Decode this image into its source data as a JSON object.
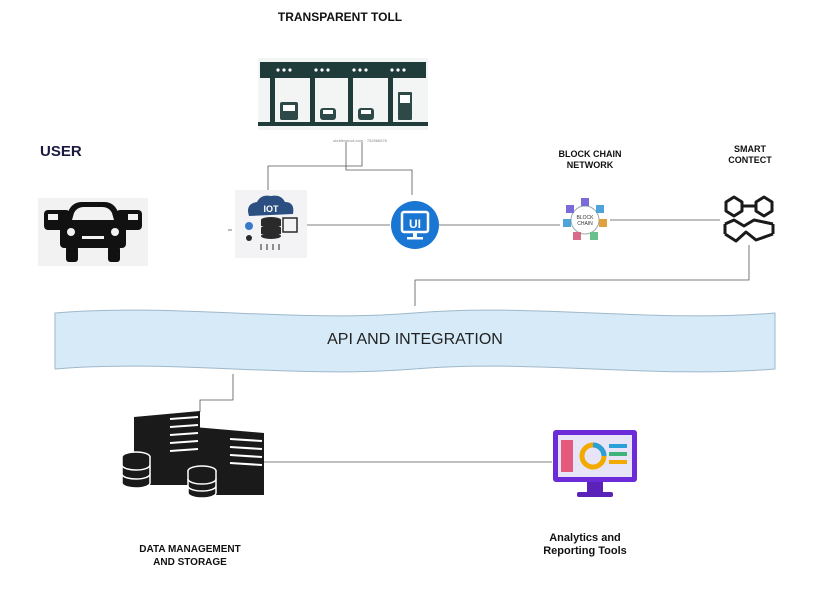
{
  "title": "TRANSPARENT TOLL",
  "user_label": "USER",
  "blockchain": {
    "line1": "BLOCK CHAIN",
    "line2": "NETWORK",
    "logo_line1": "BLOCK",
    "logo_line2": "CHAIN"
  },
  "smart_contract": {
    "line1": "SMART",
    "line2": "CONTECT"
  },
  "iot_text": "IOT",
  "ui_text": "UI",
  "api_label": "API AND INTEGRATION",
  "data_mgmt": {
    "line1": "DATA MANAGEMENT",
    "line2": "AND STORAGE"
  },
  "analytics": {
    "line1": "Analytics and",
    "line2": "Reporting Tools"
  },
  "image_credit": "shutterstock.com · 752966578",
  "colors": {
    "toll_dark": "#1f3b3a",
    "ui_blue": "#1976d2",
    "api_band": "#d6eaf8",
    "monitor_purple": "#6c2bd9",
    "building_dark": "#1a1a1a"
  }
}
